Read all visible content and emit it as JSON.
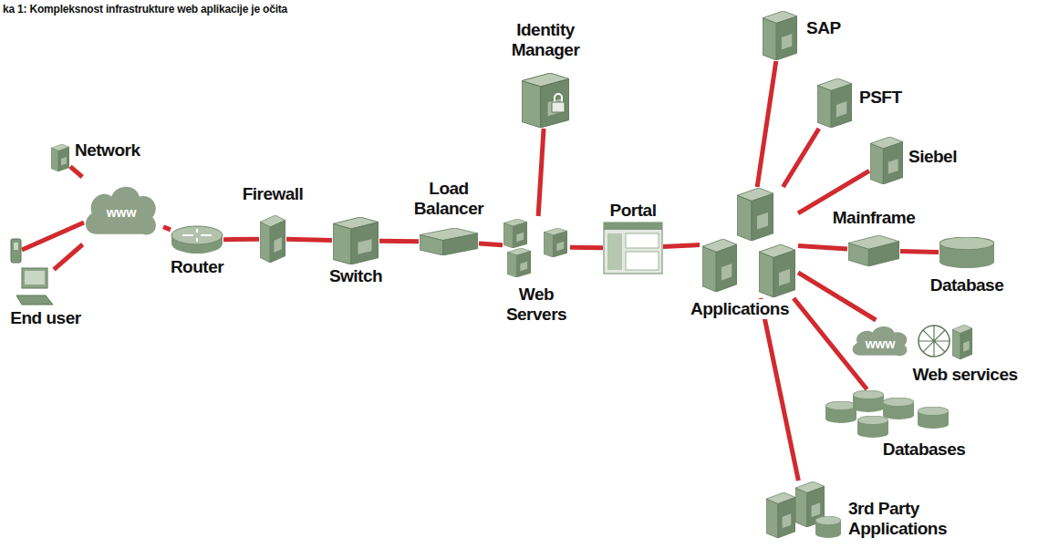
{
  "diagram": {
    "caption": "ka 1: Kompleksnost infrastrukture web aplikacije je očita",
    "nodes": [
      {
        "text": [
          "Network"
        ]
      },
      {
        "text": [
          "www"
        ]
      },
      {
        "text": [
          "End user"
        ]
      },
      {
        "text": [
          "Router"
        ]
      },
      {
        "text": [
          "Firewall"
        ]
      },
      {
        "text": [
          "Switch"
        ]
      },
      {
        "text": [
          "Load Balancer"
        ]
      },
      {
        "text": [
          "Identity Manager"
        ]
      },
      {
        "text": [
          "Web Servers"
        ]
      },
      {
        "text": [
          "Portal"
        ]
      },
      {
        "text": [
          "Applications"
        ]
      },
      {
        "text": [
          "SAP"
        ]
      },
      {
        "text": [
          "PSFT"
        ]
      },
      {
        "text": [
          "Siebel"
        ]
      },
      {
        "text": [
          "Mainframe"
        ]
      },
      {
        "text": [
          "Database"
        ]
      },
      {
        "text": [
          "www",
          "Web services"
        ]
      },
      {
        "text": [
          "Databases"
        ]
      },
      {
        "text": [
          "3rd Party Applications"
        ]
      }
    ],
    "edges": [
      {
        "from": 0,
        "to": 1,
        "arrow": "none"
      },
      {
        "from": 2,
        "to": 1,
        "arrow": "none"
      },
      {
        "from": 1,
        "to": 3,
        "arrow": "none"
      },
      {
        "from": 3,
        "to": 4,
        "arrow": "none"
      },
      {
        "from": 4,
        "to": 5,
        "arrow": "none"
      },
      {
        "from": 5,
        "to": 6,
        "arrow": "none"
      },
      {
        "from": 6,
        "to": 8,
        "arrow": "none"
      },
      {
        "from": 8,
        "to": 7,
        "arrow": "none"
      },
      {
        "from": 8,
        "to": 9,
        "arrow": "none"
      },
      {
        "from": 9,
        "to": 10,
        "arrow": "none"
      },
      {
        "from": 10,
        "to": 11,
        "arrow": "none"
      },
      {
        "from": 10,
        "to": 12,
        "arrow": "none"
      },
      {
        "from": 10,
        "to": 13,
        "arrow": "none"
      },
      {
        "from": 10,
        "to": 14,
        "arrow": "none"
      },
      {
        "from": 14,
        "to": 15,
        "arrow": "none"
      },
      {
        "from": 10,
        "to": 16,
        "arrow": "none"
      },
      {
        "from": 10,
        "to": 17,
        "arrow": "none"
      },
      {
        "from": 10,
        "to": 18,
        "arrow": "none"
      }
    ]
  }
}
